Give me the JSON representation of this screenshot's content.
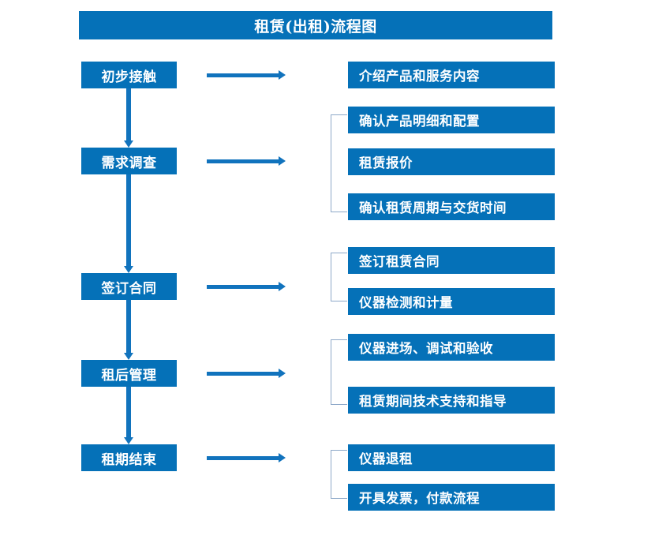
{
  "chart_data": {
    "type": "diagram",
    "title": "租赁(出租)流程图",
    "orientation": "vertical-with-detail-branches",
    "stages": [
      {
        "label": "初步接触",
        "details": [
          "介绍产品和服务内容"
        ],
        "bracketed": false
      },
      {
        "label": "需求调查",
        "details": [
          "确认产品明细和配置",
          "租赁报价",
          "确认租赁周期与交货时间"
        ],
        "bracketed": true
      },
      {
        "label": "签订合同",
        "details": [
          "签订租赁合同",
          "仪器检测和计量"
        ],
        "bracketed": true
      },
      {
        "label": "租后管理",
        "details": [
          "仪器进场、调试和验收",
          "租赁期间技术支持和指导"
        ],
        "bracketed": true
      },
      {
        "label": "租期结束",
        "details": [
          "仪器退租",
          "开具发票，付款流程"
        ],
        "bracketed": true
      }
    ]
  },
  "title": {
    "text": "租赁(出租)流程图"
  },
  "stages": [
    {
      "label": "初步接触"
    },
    {
      "label": "需求调查"
    },
    {
      "label": "签订合同"
    },
    {
      "label": "租后管理"
    },
    {
      "label": "租期结束"
    }
  ],
  "details": [
    {
      "label": "介绍产品和服务内容"
    },
    {
      "label": "确认产品明细和配置"
    },
    {
      "label": "租赁报价"
    },
    {
      "label": "确认租赁周期与交货时间"
    },
    {
      "label": "签订租赁合同"
    },
    {
      "label": "仪器检测和计量"
    },
    {
      "label": "仪器进场、调试和验收"
    },
    {
      "label": "租赁期间技术支持和指导"
    },
    {
      "label": "仪器退租"
    },
    {
      "label": "开具发票，付款流程"
    }
  ],
  "colors": {
    "box_fill": "#0571b8",
    "arrow": "#1173bd",
    "bracket": "#8ea9c9",
    "text": "#ffffff",
    "background": "#ffffff"
  }
}
